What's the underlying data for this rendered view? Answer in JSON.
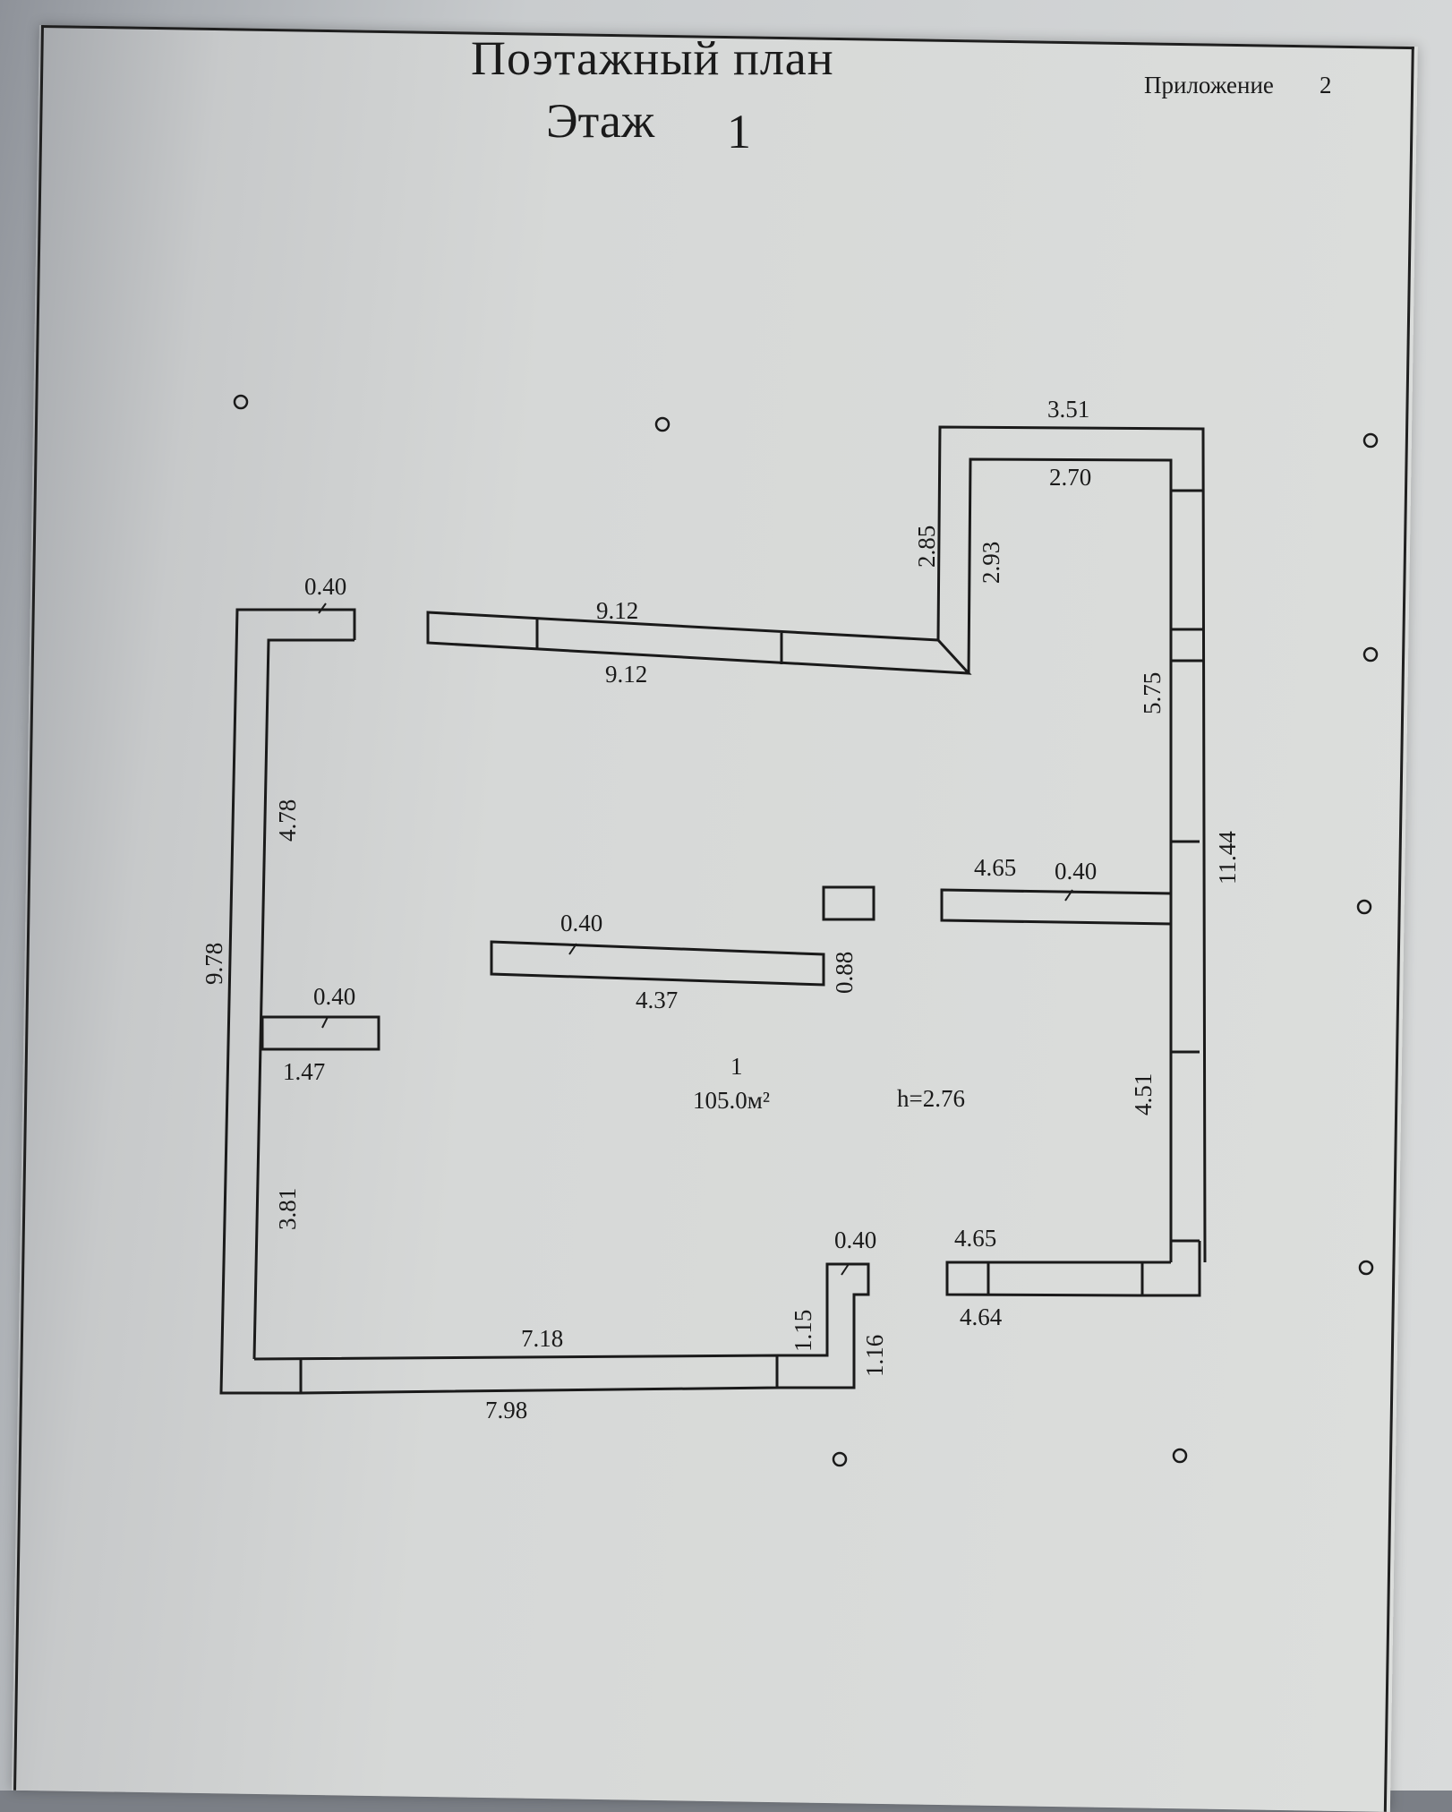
{
  "header": {
    "title": "Поэтажный план",
    "floor_label": "Этаж",
    "floor_number": "1",
    "appendix_label": "Приложение",
    "appendix_number": "2"
  },
  "room": {
    "number": "1",
    "area": "105.0м²",
    "height": "h=2.76"
  },
  "dimensions": {
    "top_right_outer": "3.51",
    "top_right_inner": "2.70",
    "notch_outer": "2.85",
    "notch_inner": "2.93",
    "top_wall_outer": "9.12",
    "top_wall_inner": "9.12",
    "top_left_stub": "0.40",
    "left_outer": "9.78",
    "left_inner_upper": "4.78",
    "left_inner_lower": "3.81",
    "left_partition_thickness": "0.40",
    "left_partition_length": "1.47",
    "center_partition_thickness": "0.40",
    "center_partition_length": "4.37",
    "column_width": "0.88",
    "right_partition_length": "4.65",
    "right_partition_thickness": "0.40",
    "right_inner_upper": "5.75",
    "right_outer": "11.44",
    "right_inner_lower": "4.51",
    "bottom_right_stub_outer": "4.65",
    "bottom_right_stub_inner": "4.64",
    "bottom_door_thickness": "0.40",
    "bottom_door_inner": "1.15",
    "bottom_door_outer": "1.16",
    "bottom_inner": "7.18",
    "bottom_outer": "7.98"
  }
}
